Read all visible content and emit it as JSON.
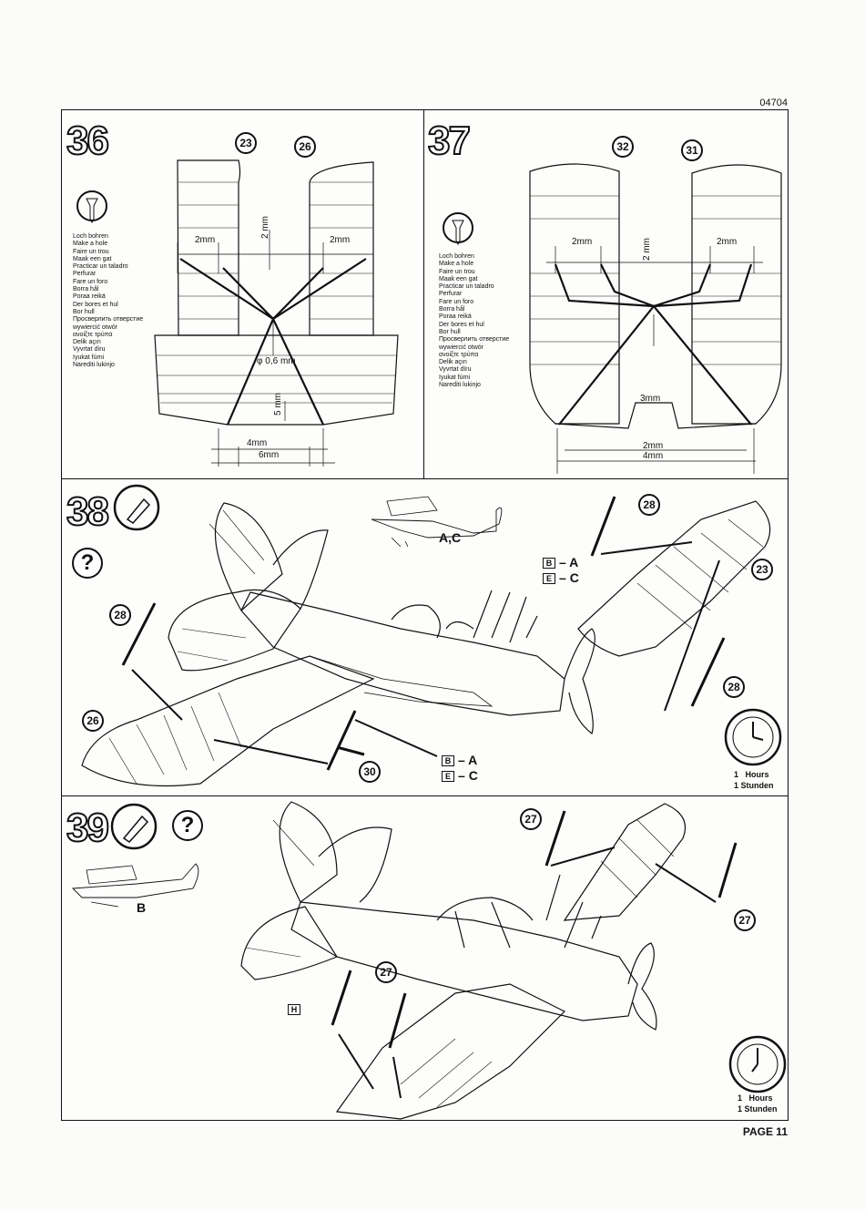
{
  "header": {
    "code": "04704"
  },
  "footer": {
    "page": "PAGE 11"
  },
  "step36": {
    "number": "36",
    "callouts": [
      "23",
      "26"
    ],
    "hole_instructions": "Loch bohren\nMake a hole\nFaire un trou\nMaak een gat\nPracticar un taladro\nPerfurar\nFare un foro\nBorra hål\nPoraa reikä\nDer bores et hul\nBor hull\nПросверлить отверстие\nwywiercić otwór\nανοίξτε τρύπα\nDelik açın\nVyvrtat díru\nIyukat fúrni\nNarediti lukinjo",
    "dims": {
      "left": "2mm",
      "right": "2mm",
      "vertical_top": "2 mm",
      "diameter": "φ 0,6 mm",
      "vertical_bottom": "5 mm",
      "bottom_inner": "4mm",
      "bottom_outer": "6mm"
    }
  },
  "step37": {
    "number": "37",
    "callouts": [
      "32",
      "31"
    ],
    "hole_instructions": "Loch bohren\nMake a hole\nFaire un trou\nMaak een gat\nPracticar un taladro\nPerfurar\nFare un foro\nBorra hål\nPoraa reikä\nDer bores et hul\nBor hull\nПросверлить отверстие\nwywiercić otwór\nανοίξτε τρύπα\nDelik açın\nVyvrtat díru\nIyukat fúrni\nNarediti lukinjo",
    "dims": {
      "left": "2mm",
      "right": "2mm",
      "vertical_top": "2 mm",
      "center": "3mm",
      "bottom_inner": "2mm",
      "bottom_outer": "4mm"
    }
  },
  "step38": {
    "number": "38",
    "variant": "A,C",
    "callouts": {
      "top_strut": "28",
      "left_strut": "28",
      "right_strut": "28",
      "lower_wing": "26",
      "upper_wing": "23",
      "cabane": "30"
    },
    "legend_top": [
      {
        "box": "B",
        "variant": "A"
      },
      {
        "box": "E",
        "variant": "C"
      }
    ],
    "legend_bottom": [
      {
        "box": "B",
        "variant": "A"
      },
      {
        "box": "E",
        "variant": "C"
      }
    ],
    "time": {
      "qty": "1",
      "label1": "Hours",
      "label2": "Stunden"
    }
  },
  "step39": {
    "number": "39",
    "variant": "B",
    "callouts": {
      "top": "27",
      "right": "27",
      "left": "27"
    },
    "legend": {
      "box": "H"
    },
    "time": {
      "qty": "1",
      "label1": "Hours",
      "label2": "Stunden"
    }
  }
}
